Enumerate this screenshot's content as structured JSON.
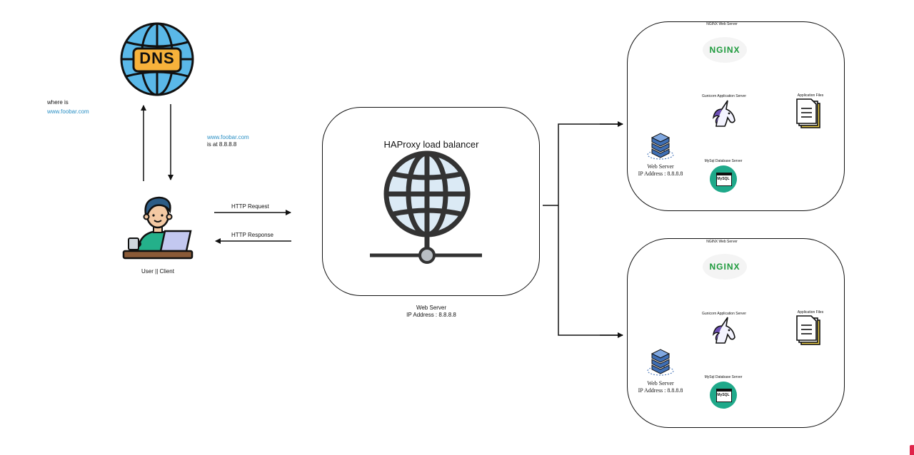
{
  "dns": {
    "label": "DNS"
  },
  "query": {
    "line1": "where is",
    "line2": "www.foobar.com"
  },
  "answer": {
    "line1": "www.foobar.com",
    "line2": "is at 8.8.8.8"
  },
  "client": {
    "label": "User || Client"
  },
  "http": {
    "request": "HTTP Request",
    "response": "HTTP Response"
  },
  "load_balancer": {
    "title": "HAProxy load balancer",
    "caption_line1": "Web Server",
    "caption_line2": "IP Address : 8.8.8.8"
  },
  "servers": [
    {
      "title": "NGINX Web Server",
      "nginx_logo": "NGINX",
      "app_server": "Gunicorn Application Server",
      "app_files": "Application Files",
      "db_server": "MySql Database Server",
      "db_logo": "MySQL",
      "web_server_line1": "Web Server",
      "web_server_line2": "IP Address : 8.8.8.8"
    },
    {
      "title": "NGINX Web Server",
      "nginx_logo": "NGINX",
      "app_server": "Gunicorn Application Server",
      "app_files": "Application Files",
      "db_server": "MySql Database Server",
      "db_logo": "MySQL",
      "web_server_line1": "Web Server",
      "web_server_line2": "IP Address : 8.8.8.8"
    }
  ],
  "colors": {
    "dns_blue": "#5ab8e8",
    "dns_gold": "#f7b23b",
    "link_blue": "#2a8fc4",
    "globe_fill": "#dbeaf5",
    "nginx_green": "#1d9a3c",
    "mysql_teal": "#1fa98a",
    "unicorn_purple": "#6d4fb5",
    "server_blue": "#3f6fb5"
  },
  "icons": [
    "dns-globe-icon",
    "user-at-laptop-icon",
    "globe-network-icon",
    "nginx-logo-icon",
    "unicorn-icon",
    "document-stack-icon",
    "mysql-icon",
    "database-server-icon"
  ]
}
